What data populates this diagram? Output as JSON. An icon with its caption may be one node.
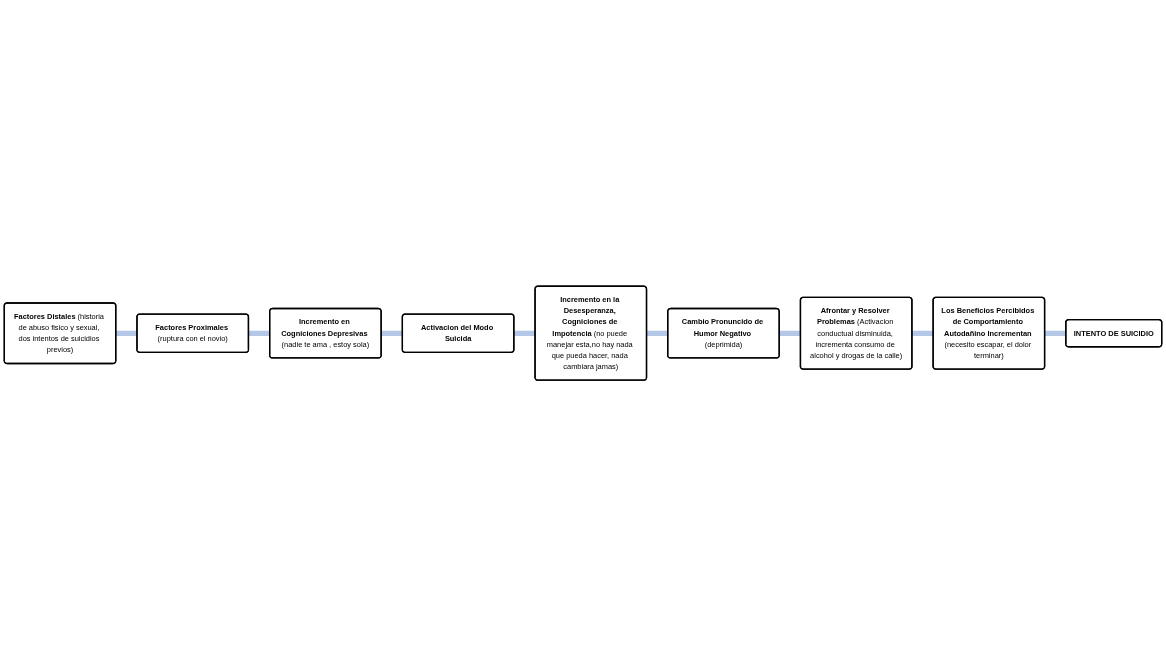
{
  "diagram": {
    "nodes": [
      {
        "text": [
          "Factores Distales",
          "(historia de abuso fisico y sexual, dos intentos de suicidios previos)"
        ]
      },
      {
        "text": [
          "Factores Proximales",
          "(ruptura con el novio)"
        ]
      },
      {
        "text": [
          "Incremento en Cogniciones Depresivas",
          "(nadie te ama , estoy sola)"
        ]
      },
      {
        "text": [
          "Activacion del Modo Suicida"
        ]
      },
      {
        "text": [
          "Incremento en la Desesperanza, Cogniciones de Impotencia",
          "(no puede manejar esta,no hay nada que pueda hacer, nada cambiara jamas)"
        ]
      },
      {
        "text": [
          "Cambio Pronuncido de Humor Negativo",
          "(deprimida)"
        ]
      },
      {
        "text": [
          "Afrontar y Resolver Problemas",
          "(Activacion conductual disminuida, incrementa consumo de alcohol y drogas de la calle)"
        ]
      },
      {
        "text": [
          "Los Beneficios Percibidos de Comportamiento Autodañino Incrementan",
          "(necesito escapar, el dolor terminar)"
        ]
      },
      {
        "text": [
          "INTENTO DE SUICIDIO"
        ]
      }
    ],
    "edges": [
      {
        "from": 0,
        "to": 1,
        "arrow": "none"
      },
      {
        "from": 1,
        "to": 2,
        "arrow": "none"
      },
      {
        "from": 2,
        "to": 3,
        "arrow": "none"
      },
      {
        "from": 3,
        "to": 4,
        "arrow": "none"
      },
      {
        "from": 4,
        "to": 5,
        "arrow": "none"
      },
      {
        "from": 5,
        "to": 6,
        "arrow": "none"
      },
      {
        "from": 6,
        "to": 7,
        "arrow": "none"
      },
      {
        "from": 7,
        "to": 8,
        "arrow": "none"
      }
    ]
  }
}
